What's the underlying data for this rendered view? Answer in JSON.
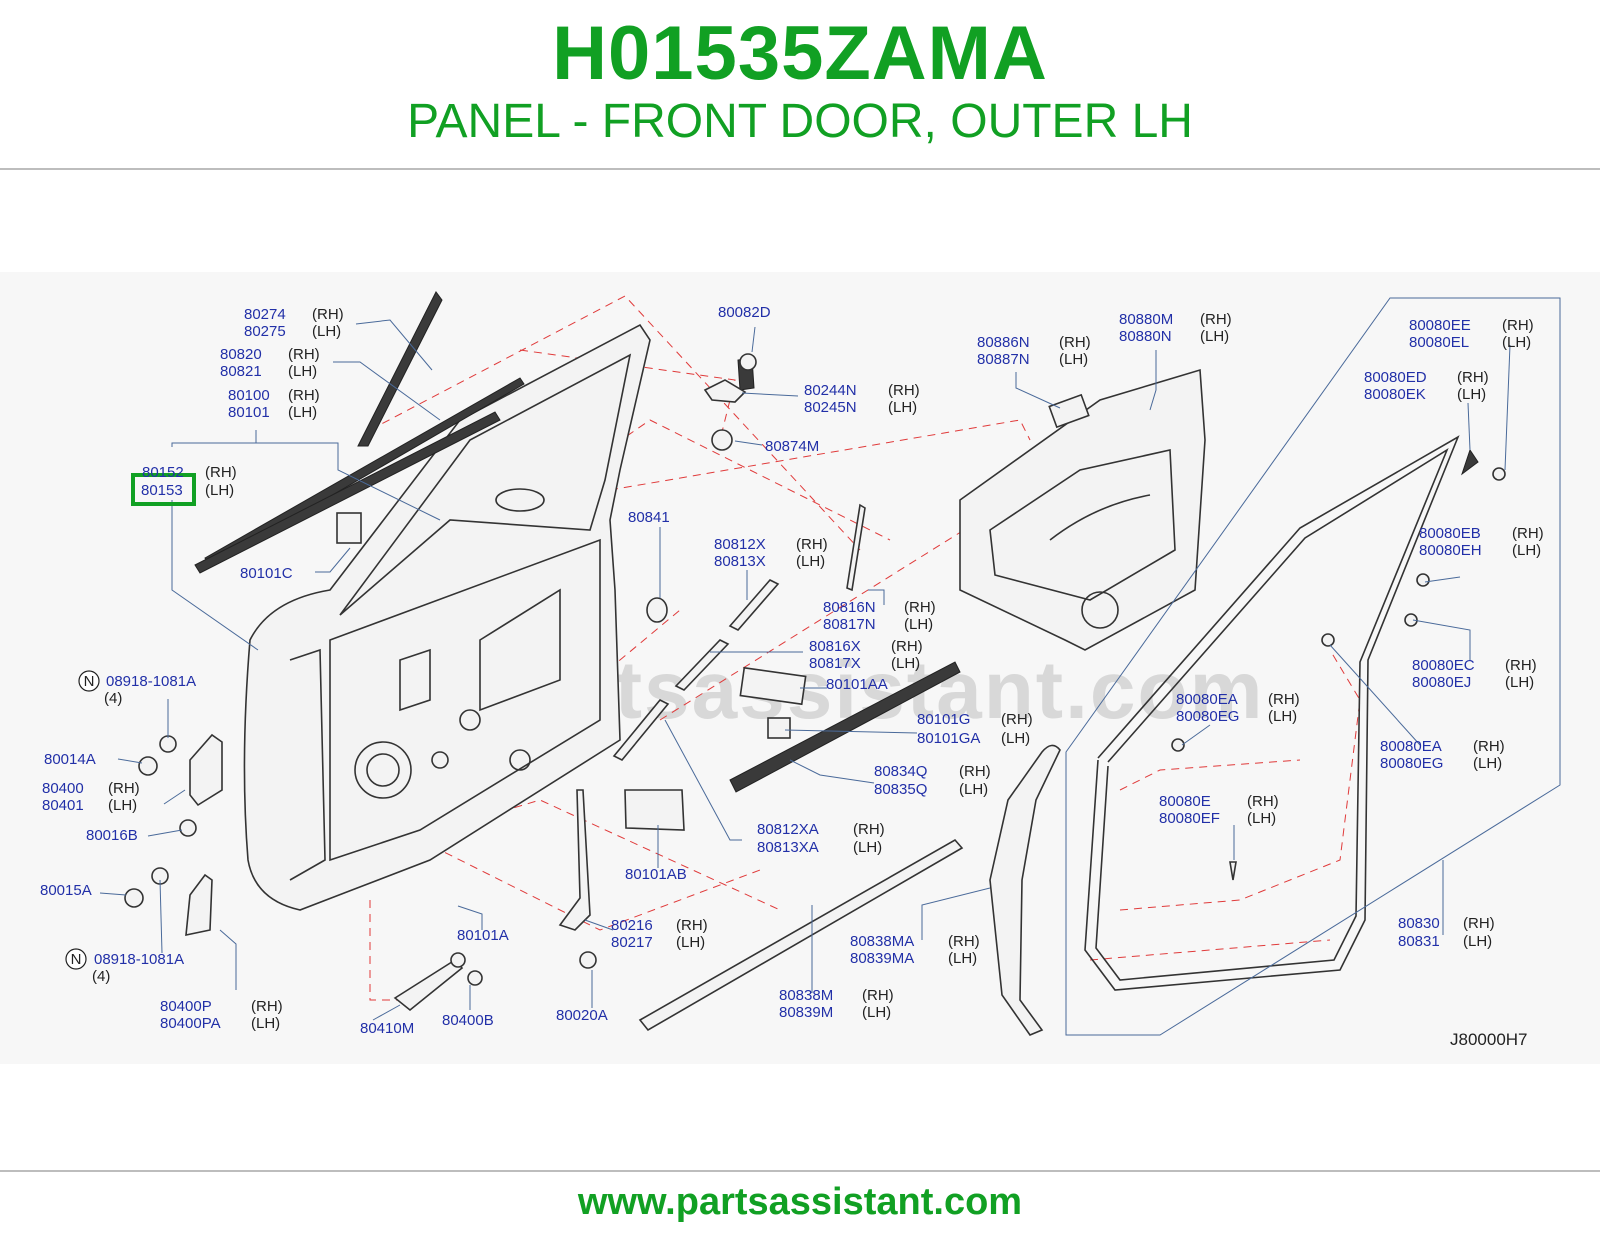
{
  "header": {
    "part_number": "H01535ZAMA",
    "part_name": "PANEL - FRONT DOOR, OUTER LH"
  },
  "footer": {
    "url": "www.partsassistant.com"
  },
  "diagram": {
    "watermark": "www.partsassistant.com",
    "reference_code": "J80000H7",
    "highlighted_part": "80153",
    "highlight_color": "#11a023",
    "label_color": "#2230a8",
    "notice_symbol": "N",
    "labels": {
      "p80274": "80274",
      "p80275": "80275",
      "p80820": "80820",
      "p80821": "80821",
      "p80100": "80100",
      "p80101": "80101",
      "p80152": "80152",
      "p80153": "80153",
      "p80101C": "80101C",
      "p08918a": "08918-1081A",
      "qty_a": "(4)",
      "p80014A": "80014A",
      "p80400": "80400",
      "p80401": "80401",
      "p80016B": "80016B",
      "p80015A": "80015A",
      "p08918b": "08918-1081A",
      "qty_b": "(4)",
      "p80400P": "80400P",
      "p80400PA": "80400PA",
      "p80410M": "80410M",
      "p80400B": "80400B",
      "p80082D": "80082D",
      "p80244N": "80244N",
      "p80245N": "80245N",
      "p80874M": "80874M",
      "p80841": "80841",
      "p80812X": "80812X",
      "p80813X": "80813X",
      "p80816N": "80816N",
      "p80817N": "80817N",
      "p80816X": "80816X",
      "p80817X": "80817X",
      "p80101AA": "80101AA",
      "p80101G": "80101G",
      "p80101GA": "80101GA",
      "p80834Q": "80834Q",
      "p80835Q": "80835Q",
      "p80812XA": "80812XA",
      "p80813XA": "80813XA",
      "p80101AB": "80101AB",
      "p80101A": "80101A",
      "p80216": "80216",
      "p80217": "80217",
      "p80020A": "80020A",
      "p80838M": "80838M",
      "p80839M": "80839M",
      "p80838MA": "80838MA",
      "p80839MA": "80839MA",
      "p80886N": "80886N",
      "p80887N": "80887N",
      "p80880M": "80880M",
      "p80880N": "80880N",
      "p80080EE": "80080EE",
      "p80080EL": "80080EL",
      "p80080ED": "80080ED",
      "p80080EK": "80080EK",
      "p80080EB": "80080EB",
      "p80080EH": "80080EH",
      "p80080EC": "80080EC",
      "p80080EJ": "80080EJ",
      "p80080EA1": "80080EA",
      "p80080EG1": "80080EG",
      "p80080EA2": "80080EA",
      "p80080EG2": "80080EG",
      "p80080E": "80080E",
      "p80080EF": "80080EF",
      "p80830": "80830",
      "p80831": "80831",
      "rh": "(RH)",
      "lh": "(LH)"
    }
  }
}
